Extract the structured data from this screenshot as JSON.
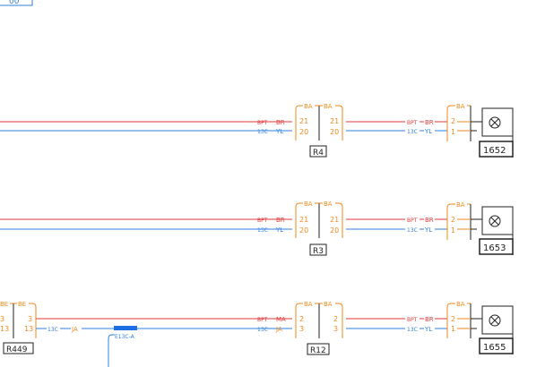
{
  "colors": {
    "red": "#e03a3a",
    "blue": "#2f7fe0",
    "orange": "#f08a1e",
    "black": "#222222",
    "bar": "#1e6fe6"
  },
  "top_box_label": "00",
  "connectors": {
    "R4": "R4",
    "R3": "R3",
    "R12": "R12",
    "R449": "R449"
  },
  "devices": {
    "d1652": "1652",
    "d1653": "1653",
    "d1655": "1655"
  },
  "labels": {
    "BA": "BA",
    "BE": "BE",
    "BPT": "BPT",
    "13C": "13C",
    "BR": "BR",
    "YL": "YL",
    "MA": "MA",
    "JA": "JA",
    "p21": "21",
    "p20": "20",
    "p2": "2",
    "p3": "3",
    "p1": "1",
    "p13": "13",
    "splice": "E13C-A"
  }
}
